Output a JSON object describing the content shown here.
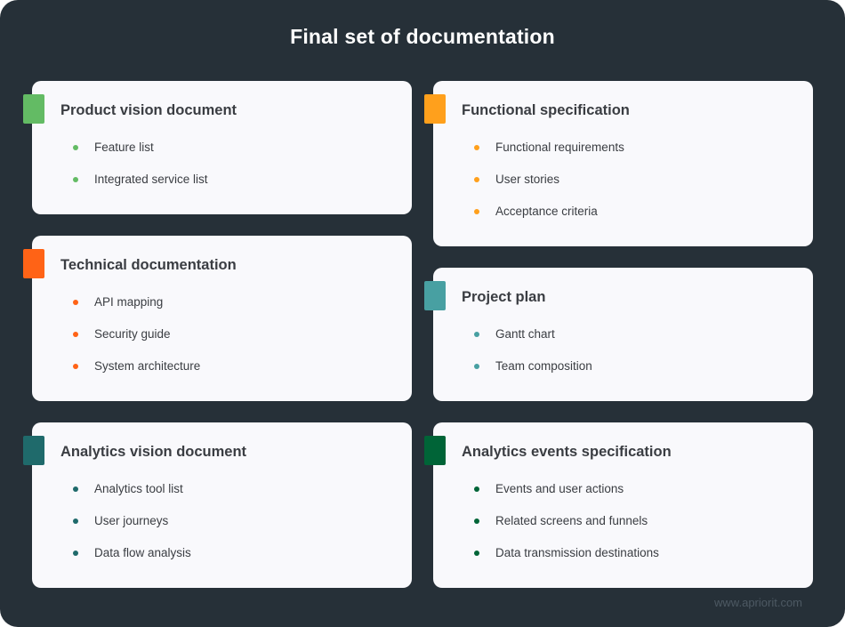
{
  "title": "Final set of documentation",
  "footer": "www.apriorit.com",
  "colors": {
    "background": "#263038",
    "card": "#f9f9fc",
    "text": "#3a3d42",
    "green": "#63bb64",
    "orange_red": "#ff6316",
    "dark_teal": "#1f6a6b",
    "orange": "#ffa01c",
    "teal": "#48a0a2",
    "dark_green": "#006437"
  },
  "cards": [
    {
      "title": "Product vision document",
      "color": "#63bb64",
      "items": [
        "Feature list",
        "Integrated service list"
      ]
    },
    {
      "title": "Technical documentation",
      "color": "#ff6316",
      "items": [
        "API mapping",
        "Security guide",
        "System architecture"
      ]
    },
    {
      "title": "Analytics vision document",
      "color": "#1f6a6b",
      "items": [
        "Analytics tool list",
        "User journeys",
        "Data flow analysis"
      ]
    },
    {
      "title": "Functional specification",
      "color": "#ffa01c",
      "items": [
        "Functional requirements",
        "User stories",
        "Acceptance criteria"
      ]
    },
    {
      "title": "Project plan",
      "color": "#48a0a2",
      "items": [
        "Gantt chart",
        "Team composition"
      ]
    },
    {
      "title": "Analytics events specification",
      "color": "#006437",
      "items": [
        "Events and user actions",
        "Related screens and funnels",
        "Data transmission destinations"
      ]
    }
  ]
}
